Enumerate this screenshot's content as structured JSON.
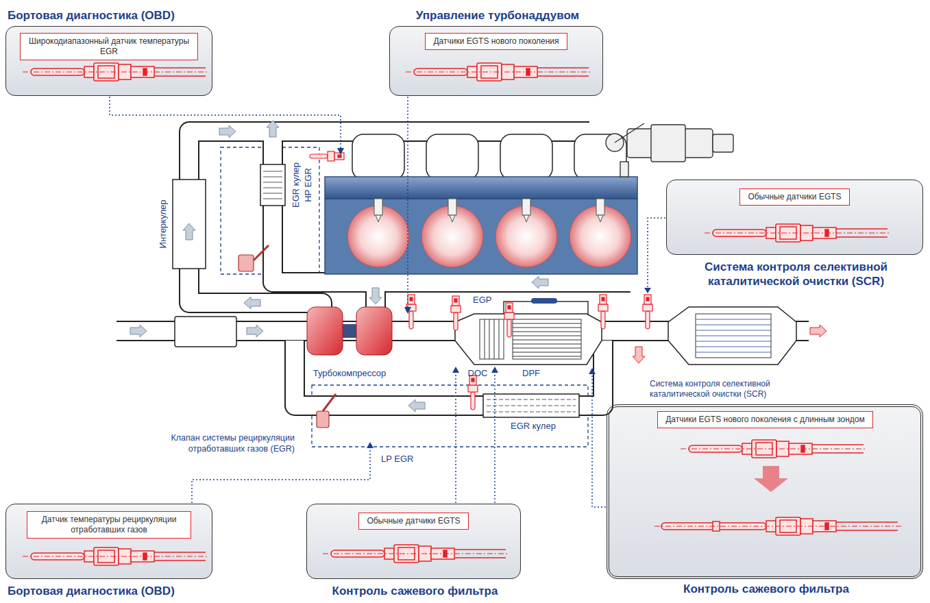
{
  "diagram": {
    "nodes": [
      {
        "text": [
          "Бортовая диагностика (OBD)"
        ]
      },
      {
        "text": [
          "Широкодиапазонный датчик температуры EGR"
        ],
        "in": 0
      },
      {
        "text": [
          "Управление турбонаддувом"
        ]
      },
      {
        "text": [
          "Датчики EGTS нового поколения"
        ],
        "in": 2
      },
      {
        "text": [
          "Система контроля селективной каталитической очистки (SCR)"
        ]
      },
      {
        "text": [
          "Обычные датчики EGTS"
        ],
        "in": 4
      },
      {
        "text": [
          "Бортовая диагностика (OBD)"
        ]
      },
      {
        "text": [
          "Датчик температуры рециркуляции отработавших газов"
        ],
        "in": 6
      },
      {
        "text": [
          "Контроль сажевого фильтра"
        ]
      },
      {
        "text": [
          "Обычные датчики EGTS"
        ],
        "in": 8
      },
      {
        "text": [
          "Контроль сажевого фильтра"
        ]
      },
      {
        "text": [
          "Датчики EGTS нового поколения с длинным зондом"
        ],
        "in": 10
      }
    ],
    "labels": [
      "Интеркулер",
      "EGR кулер",
      "HP EGR",
      "EGP",
      "Турбокомпрессор",
      "DOC",
      "DPF",
      "Система контроля селективной каталитической очистки (SCR)",
      "Клапан системы рециркуляции отработавших газов (EGR)",
      "EGR кулер",
      "LP EGR"
    ]
  }
}
